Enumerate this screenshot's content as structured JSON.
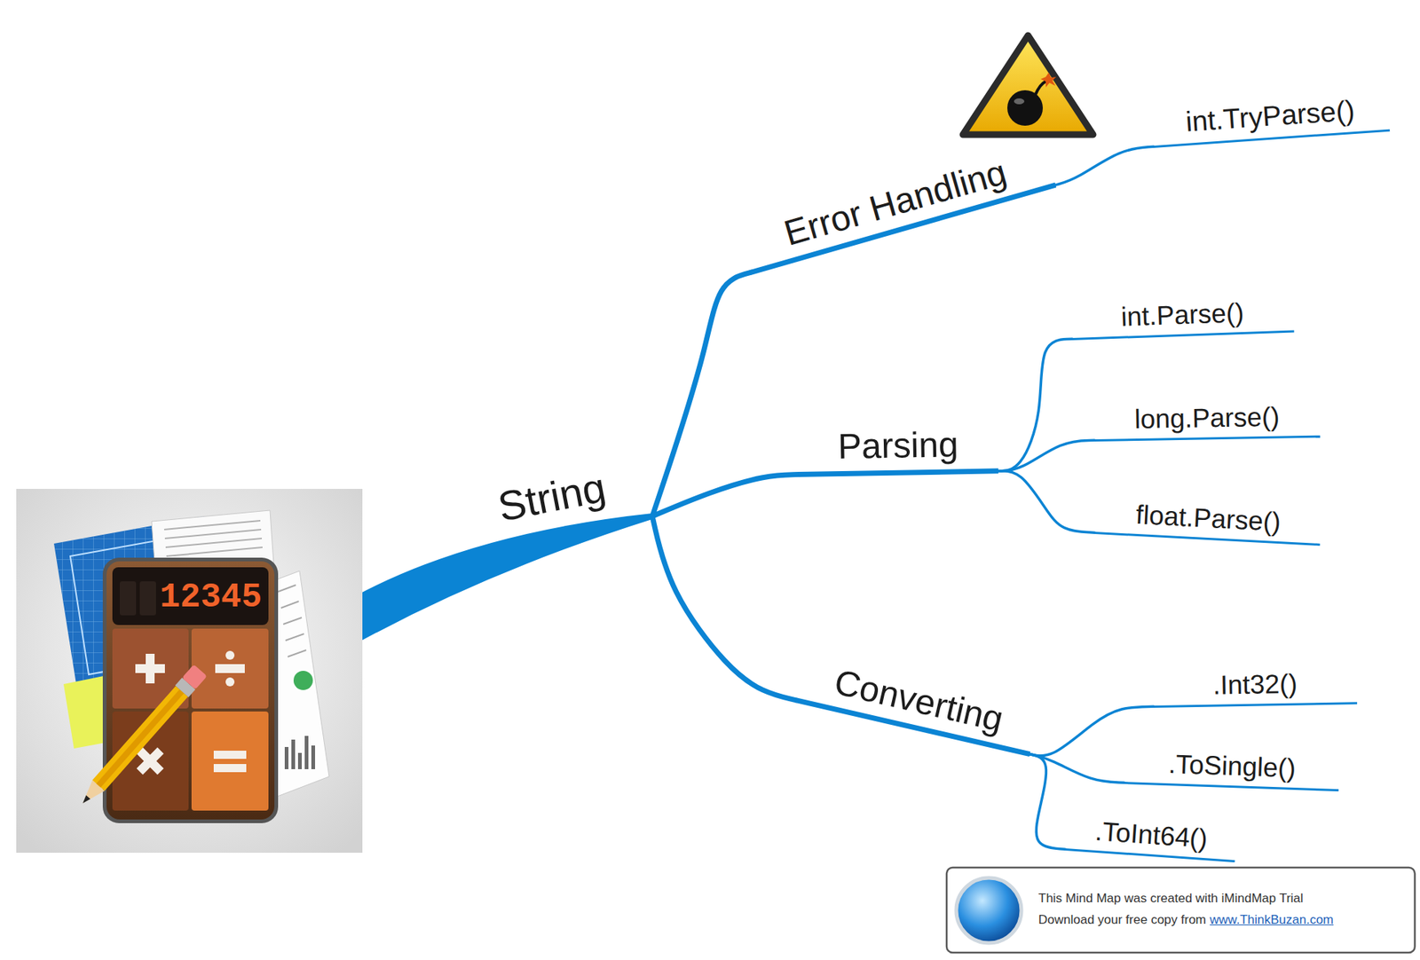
{
  "diagram": {
    "nodes": [
      {
        "text": [
          "String"
        ]
      },
      {
        "text": [
          "Error Handling"
        ]
      },
      {
        "text": [
          "int.TryParse()"
        ]
      },
      {
        "text": [
          "Parsing"
        ]
      },
      {
        "text": [
          "int.Parse()"
        ]
      },
      {
        "text": [
          "long.Parse()"
        ]
      },
      {
        "text": [
          "float.Parse()"
        ]
      },
      {
        "text": [
          "Converting"
        ]
      },
      {
        "text": [
          ".Int32()"
        ]
      },
      {
        "text": [
          ".ToSingle()"
        ]
      },
      {
        "text": [
          ".ToInt64()"
        ]
      }
    ],
    "edges": [
      {
        "from": 0,
        "to": 1,
        "arrow": "none"
      },
      {
        "from": 1,
        "to": 2,
        "arrow": "none"
      },
      {
        "from": 0,
        "to": 3,
        "arrow": "none"
      },
      {
        "from": 3,
        "to": 4,
        "arrow": "none"
      },
      {
        "from": 3,
        "to": 5,
        "arrow": "none"
      },
      {
        "from": 3,
        "to": 6,
        "arrow": "none"
      },
      {
        "from": 0,
        "to": 7,
        "arrow": "none"
      },
      {
        "from": 7,
        "to": 8,
        "arrow": "none"
      },
      {
        "from": 7,
        "to": 9,
        "arrow": "none"
      },
      {
        "from": 7,
        "to": 10,
        "arrow": "none"
      }
    ],
    "labels": [
      "12345",
      "This Mind Map was created with iMindMap Trial",
      "Download your free copy from",
      "www.ThinkBuzan.com"
    ]
  }
}
